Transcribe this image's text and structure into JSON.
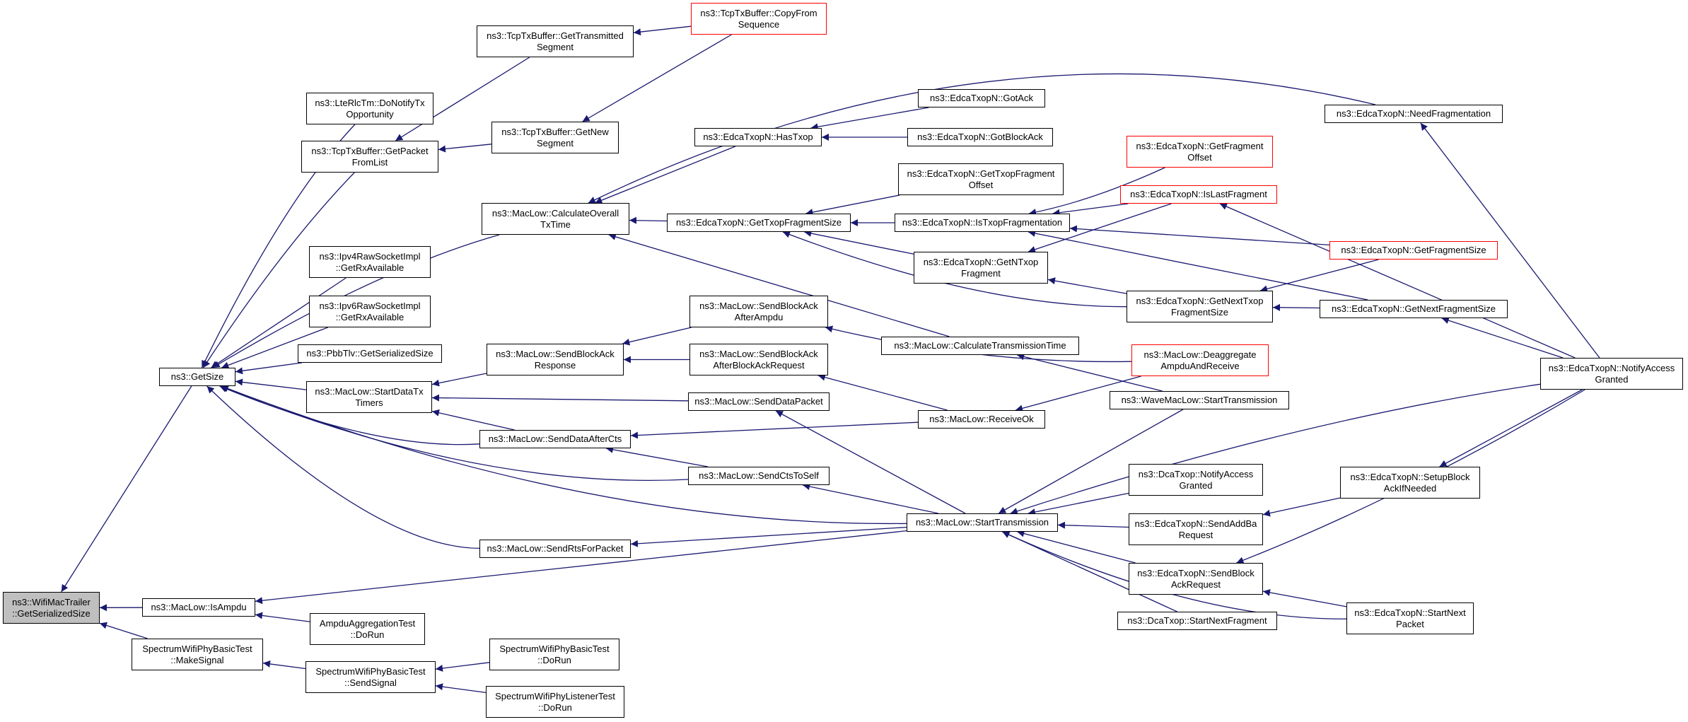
{
  "colors": {
    "edge": "#191970",
    "node_border": "#000000",
    "incomplete_border": "#ff0000",
    "root_fill": "#bfbfbf"
  },
  "nodes": {
    "wifimactrailer": {
      "label": "ns3::WifiMacTrailer\n::GetSerializedSize",
      "style": "root"
    },
    "getsize": {
      "label": "ns3::GetSize"
    },
    "isampdu": {
      "label": "ns3::MacLow::IsAmpdu"
    },
    "makesignal": {
      "label": "SpectrumWifiPhyBasicTest\n::MakeSignal"
    },
    "ampdutest": {
      "label": "AmpduAggregationTest\n::DoRun"
    },
    "sendsignal": {
      "label": "SpectrumWifiPhyBasicTest\n::SendSignal"
    },
    "basictestdorun": {
      "label": "SpectrumWifiPhyBasicTest\n::DoRun"
    },
    "listenertestdorun": {
      "label": "SpectrumWifiPhyListenerTest\n::DoRun"
    },
    "lterlc": {
      "label": "ns3::LteRlcTm::DoNotifyTx\nOpportunity"
    },
    "tcpgetpacket": {
      "label": "ns3::TcpTxBuffer::GetPacket\nFromList"
    },
    "tcpgettransmitted": {
      "label": "ns3::TcpTxBuffer::GetTransmitted\nSegment"
    },
    "tcpgetnew": {
      "label": "ns3::TcpTxBuffer::GetNew\nSegment"
    },
    "tcpcopyfrom": {
      "label": "ns3::TcpTxBuffer::CopyFrom\nSequence",
      "style": "incomplete"
    },
    "calcoverall": {
      "label": "ns3::MacLow::CalculateOverall\nTxTime"
    },
    "ipv4raw": {
      "label": "ns3::Ipv4RawSocketImpl\n::GetRxAvailable"
    },
    "ipv6raw": {
      "label": "ns3::Ipv6RawSocketImpl\n::GetRxAvailable"
    },
    "pbbtlv": {
      "label": "ns3::PbbTlv::GetSerializedSize"
    },
    "startdatatx": {
      "label": "ns3::MacLow::StartDataTx\nTimers"
    },
    "senddataaftercts": {
      "label": "ns3::MacLow::SendDataAfterCts"
    },
    "sendrtsforpacket": {
      "label": "ns3::MacLow::SendRtsForPacket"
    },
    "sendblockackresponse": {
      "label": "ns3::MacLow::SendBlockAck\nResponse"
    },
    "sendblockackafterampdu": {
      "label": "ns3::MacLow::SendBlockAck\nAfterAmpdu"
    },
    "sendblockackafterbar": {
      "label": "ns3::MacLow::SendBlockAck\nAfterBlockAckRequest"
    },
    "senddatapacket": {
      "label": "ns3::MacLow::SendDataPacket"
    },
    "sendctstoself": {
      "label": "ns3::MacLow::SendCtsToSelf"
    },
    "hastxop": {
      "label": "ns3::EdcaTxopN::HasTxop"
    },
    "gettxopfragmentsize": {
      "label": "ns3::EdcaTxopN::GetTxopFragmentSize"
    },
    "gotack": {
      "label": "ns3::EdcaTxopN::GotAck"
    },
    "gotblockack": {
      "label": "ns3::EdcaTxopN::GotBlockAck"
    },
    "gettxopfragmentoffset": {
      "label": "ns3::EdcaTxopN::GetTxopFragment\nOffset"
    },
    "istxopfragmentation": {
      "label": "ns3::EdcaTxopN::IsTxopFragmentation"
    },
    "getntxopfragment": {
      "label": "ns3::EdcaTxopN::GetNTxop\nFragment"
    },
    "calctransmissiontime": {
      "label": "ns3::MacLow::CalculateTransmissionTime"
    },
    "receiveok": {
      "label": "ns3::MacLow::ReceiveOk"
    },
    "starttransmission": {
      "label": "ns3::MacLow::StartTransmission"
    },
    "getfragmentoffset": {
      "label": "ns3::EdcaTxopN::GetFragment\nOffset",
      "style": "incomplete"
    },
    "islastfragment": {
      "label": "ns3::EdcaTxopN::IsLastFragment",
      "style": "incomplete"
    },
    "getnexttxopfragmentsize": {
      "label": "ns3::EdcaTxopN::GetNextTxop\nFragmentSize"
    },
    "deaggregate": {
      "label": "ns3::MacLow::Deaggregate\nAmpduAndReceive",
      "style": "incomplete"
    },
    "wavestarttransmission": {
      "label": "ns3::WaveMacLow::StartTransmission"
    },
    "dcanotifyaccess": {
      "label": "ns3::DcaTxop::NotifyAccess\nGranted"
    },
    "sendaddba": {
      "label": "ns3::EdcaTxopN::SendAddBa\nRequest"
    },
    "sendblockackrequest": {
      "label": "ns3::EdcaTxopN::SendBlock\nAckRequest"
    },
    "dcastartnextfragment": {
      "label": "ns3::DcaTxop::StartNextFragment"
    },
    "needfragmentation": {
      "label": "ns3::EdcaTxopN::NeedFragmentation"
    },
    "getfragmentsize": {
      "label": "ns3::EdcaTxopN::GetFragmentSize",
      "style": "incomplete"
    },
    "getnextfragmentsize": {
      "label": "ns3::EdcaTxopN::GetNextFragmentSize"
    },
    "notifyaccessgranted": {
      "label": "ns3::EdcaTxopN::NotifyAccess\nGranted"
    },
    "setupblockack": {
      "label": "ns3::EdcaTxopN::SetupBlock\nAckIfNeeded"
    },
    "startnextpacket": {
      "label": "ns3::EdcaTxopN::StartNext\nPacket"
    }
  }
}
